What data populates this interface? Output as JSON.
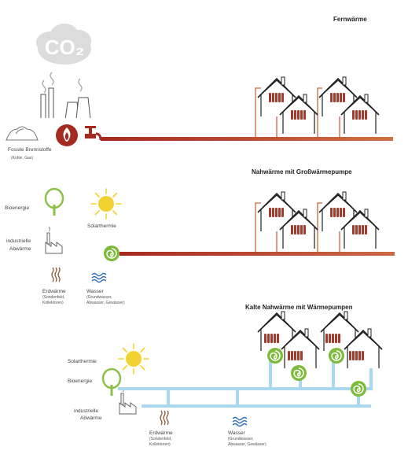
{
  "sections": {
    "fernwaerme": {
      "title": "Fernwärme",
      "co2_label": "CO₂",
      "source_label": "Fossile Brennstoffe",
      "source_sub": "(Kohle, Gas)"
    },
    "nahwaerme": {
      "title": "Nahwärme mit Großwärmepumpe",
      "labels": {
        "bioenergie": "Bioenergie",
        "solarthermie": "Solarthermie",
        "industrie_1": "industrielle",
        "industrie_2": "Abwärme",
        "erdwaerme": "Erdwärme",
        "erdwaerme_sub_1": "(Sondenfeld,",
        "erdwaerme_sub_2": "Kollektoren)",
        "wasser": "Wasser",
        "wasser_sub_1": "(Grundwasser,",
        "wasser_sub_2": "Abwasser, Gewässer)"
      }
    },
    "kalte": {
      "title": "Kalte Nahwärme mit Wärmepumpen",
      "labels": {
        "solarthermie": "Solarthermie",
        "bioenergie": "Bioenergie",
        "industrie_1": "industrielle",
        "industrie_2": "Abwärme",
        "erdwaerme": "Erdwärme",
        "erdwaerme_sub_1": "(Sondenfeld,",
        "erdwaerme_sub_2": "Kollektoren)",
        "wasser": "Wasser",
        "wasser_sub_1": "(Grundwasser,",
        "wasser_sub_2": "Abwasser, Gewässer)"
      }
    }
  },
  "colors": {
    "pipe_hot": "#b5332a",
    "pipe_warm": "#c9673f",
    "pipe_cold": "#a9d8ef",
    "heat_pump": "#7dbb3c",
    "sun": "#f2d230",
    "tree": "#8cc04a",
    "cloud": "#dcdcdc",
    "water": "#2f6fb5",
    "earth": "#8a5a3a"
  }
}
